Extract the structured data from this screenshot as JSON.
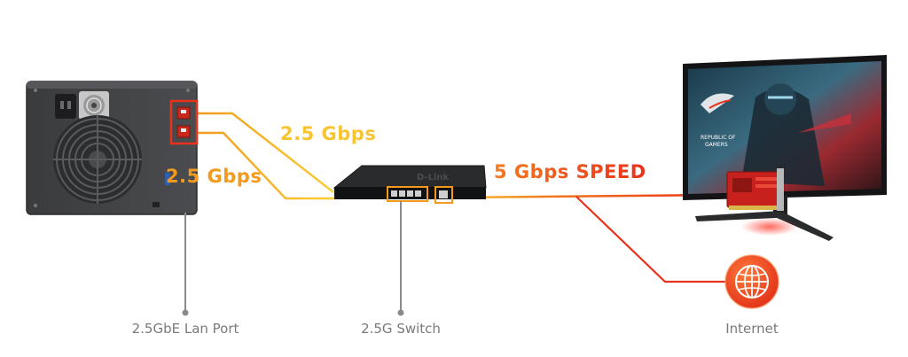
{
  "labels": {
    "nas_link_speed_top": "2.5 Gbps",
    "nas_link_speed_bottom": "2.5 Gbps",
    "pc_link_speed": "5 Gbps SPEED"
  },
  "captions": {
    "nas_port": "2.5GbE Lan Port",
    "switch": "2.5G Switch",
    "internet": "Internet"
  },
  "monitor": {
    "screen_text_line1": "REPUBLIC OF",
    "screen_text_line2": "GAMERS"
  },
  "colors": {
    "accent_orange": "#f39a1e",
    "accent_yellow": "#f7c531",
    "accent_red": "#e8321c",
    "caption_gray": "#7a7a7a"
  }
}
